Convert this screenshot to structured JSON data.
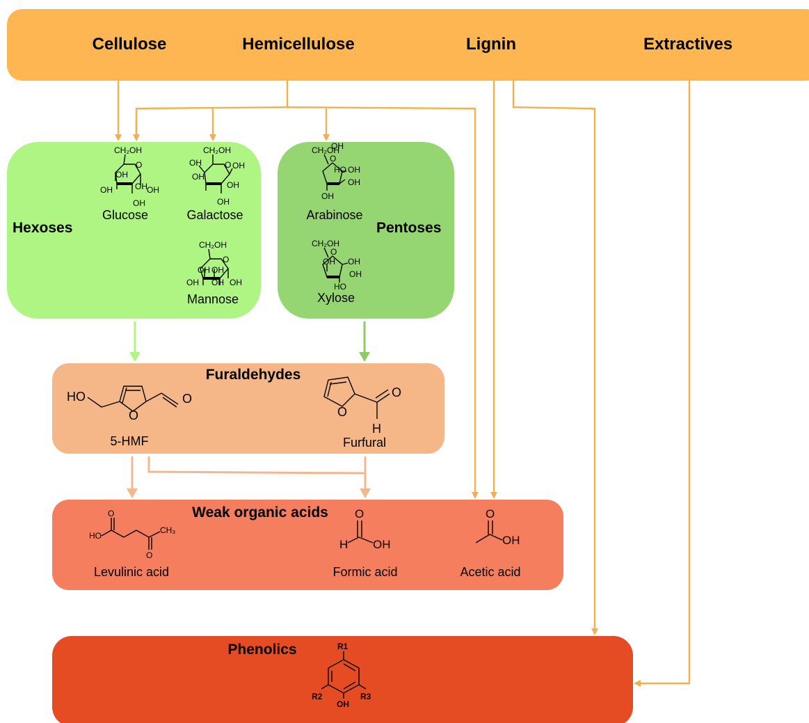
{
  "colors": {
    "top_bar": "#FDB652",
    "hexoses": "#AEF584",
    "pentoses": "#96D672",
    "furaldehydes": "#F6B788",
    "acids": "#F47E5D",
    "phenolics": "#E64C23",
    "arrow_orange": "#F5AF4C",
    "arrow_hex": "#AEF584",
    "arrow_pent": "#8CCB66",
    "arrow_fur": "#F3B68F"
  },
  "sources": {
    "cellulose": "Cellulose",
    "hemicellulose": "Hemicellulose",
    "lignin": "Lignin",
    "extractives": "Extractives"
  },
  "hexoses": {
    "title": "Hexoses",
    "glucose": "Glucose",
    "galactose": "Galactose",
    "mannose": "Mannose"
  },
  "pentoses": {
    "title": "Pentoses",
    "arabinose": "Arabinose",
    "xylose": "Xylose"
  },
  "furaldehydes": {
    "title": "Furaldehydes",
    "hmf": "5-HMF",
    "furfural": "Furfural"
  },
  "acids": {
    "title": "Weak organic acids",
    "levulinic": "Levulinic acid",
    "formic": "Formic acid",
    "acetic": "Acetic acid"
  },
  "phenolics": {
    "title": "Phenolics"
  },
  "atoms": {
    "ch2oh": "CH₂OH",
    "oh": "OH",
    "ho": "HO",
    "o": "O",
    "h": "H",
    "ch3": "CH₃",
    "r1": "R1",
    "r2": "R2",
    "r3": "R3"
  }
}
